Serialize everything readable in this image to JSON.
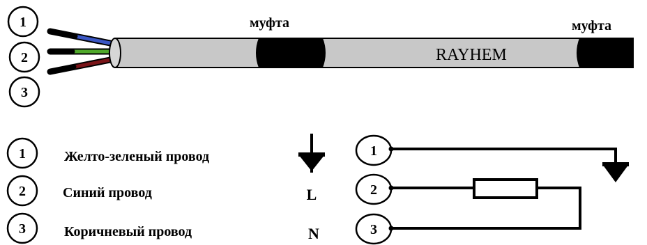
{
  "cable": {
    "coupling_left": "муфта",
    "coupling_right": "муфта",
    "brand": "RAYHEM",
    "wire_colors": [
      "#3b57c4",
      "#4fa82a",
      "#7a1418"
    ],
    "sheath_color": "#c8c8c8",
    "coupling_color": "#000000"
  },
  "top_markers": [
    "1",
    "2",
    "3"
  ],
  "legend": {
    "items": [
      {
        "number": "1",
        "label": "Желто-зеленый провод",
        "symbol": "ground-icon"
      },
      {
        "number": "2",
        "label": "Синий провод",
        "symbol_text": "L"
      },
      {
        "number": "3",
        "label": "Коричневый провод",
        "symbol_text": "N"
      }
    ]
  },
  "schematic": {
    "terminals": [
      "1",
      "2",
      "3"
    ]
  }
}
